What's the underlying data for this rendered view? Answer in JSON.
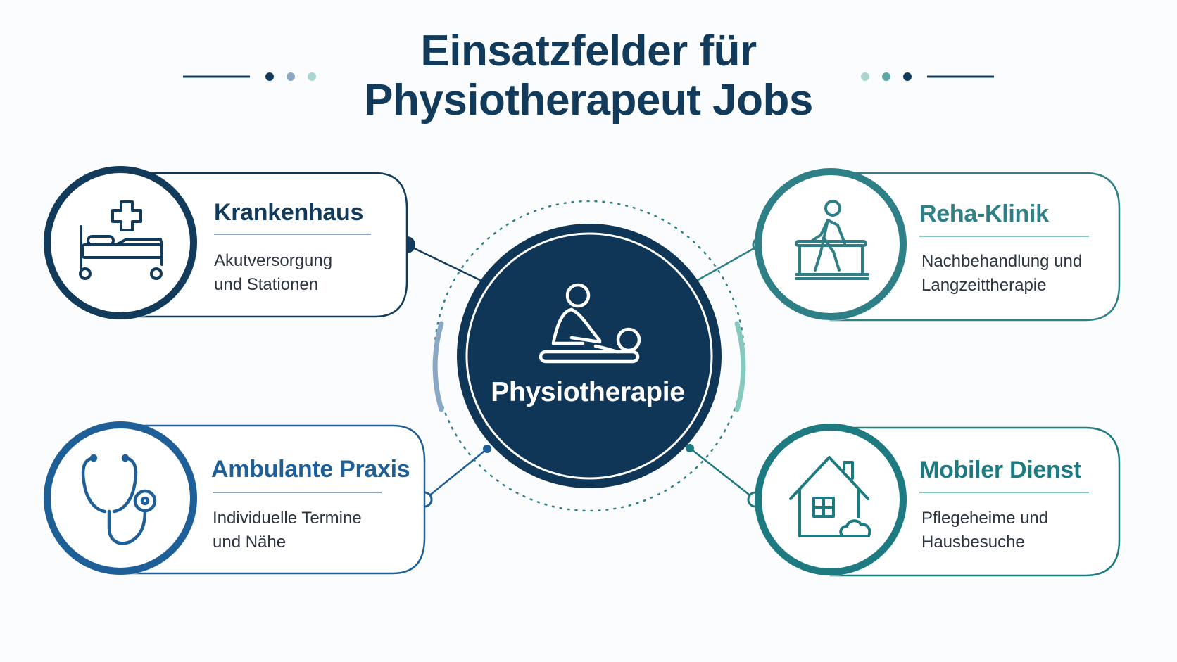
{
  "title": {
    "line1": "Einsatzfelder für",
    "line2": "Physiotherapeut Jobs"
  },
  "hub": {
    "label": "Physiotherapie",
    "icon": "massage-therapy-icon"
  },
  "cards": [
    {
      "id": "krankenhaus",
      "title": "Krankenhaus",
      "desc_line1": "Akutversorgung",
      "desc_line2": "und Stationen",
      "icon": "hospital-bed-icon",
      "color": "#123a5a"
    },
    {
      "id": "reha",
      "title": "Reha-Klinik",
      "desc_line1": "Nachbehandlung und",
      "desc_line2": "Langzeittherapie",
      "icon": "walking-rehab-icon",
      "color": "#2f7f86"
    },
    {
      "id": "praxis",
      "title": "Ambulante Praxis",
      "desc_line1": "Individuelle Termine",
      "desc_line2": "und Nähe",
      "icon": "stethoscope-icon",
      "color": "#1f5f98"
    },
    {
      "id": "mobil",
      "title": "Mobiler Dienst",
      "desc_line1": "Pflegeheime und",
      "desc_line2": "Hausbesuche",
      "icon": "house-icon",
      "color": "#1d7a80"
    }
  ],
  "colors": {
    "navy": "#123a5a",
    "blue": "#1f5f98",
    "teal": "#2f7f86",
    "teal_dark": "#1d7a80",
    "light_blue": "#8aa8c6",
    "light_teal": "#86c9bf"
  }
}
